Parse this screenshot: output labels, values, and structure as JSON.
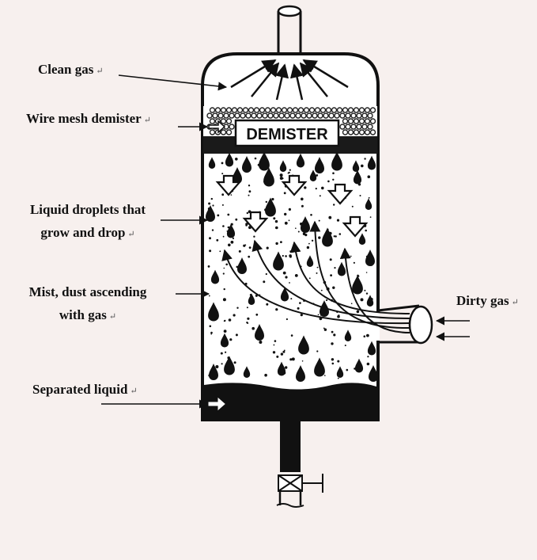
{
  "labels": {
    "clean_gas": "Clean gas",
    "wire_mesh": "Wire mesh demister",
    "droplets_l1": "Liquid droplets that",
    "droplets_l2": "grow and drop",
    "mist_l1": "Mist, dust ascending",
    "mist_l2": "with gas",
    "separated": "Separated liquid",
    "dirty_gas": "Dirty gas",
    "demister_box": "DEMISTER",
    "return_mark": "↵"
  }
}
